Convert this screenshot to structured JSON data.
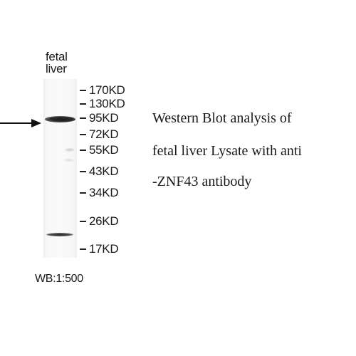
{
  "lane": {
    "label_line1": "fetal",
    "label_line2": "liver"
  },
  "markers": [
    {
      "label": "170KD"
    },
    {
      "label": "130KD"
    },
    {
      "label": "95KD"
    },
    {
      "label": "72KD"
    },
    {
      "label": "55KD"
    },
    {
      "label": "43KD"
    },
    {
      "label": "34KD"
    },
    {
      "label": "26KD"
    },
    {
      "label": "17KD"
    }
  ],
  "caption": {
    "line1": "Western Blot analysis of",
    "line2": "fetal liver Lysate with anti",
    "line3": "-ZNF43 antibody"
  },
  "dilution": "WB:1:500",
  "colors": {
    "band": "#1a1a1a",
    "membrane": "#f8f8f8",
    "text": "#1a1a1a"
  }
}
